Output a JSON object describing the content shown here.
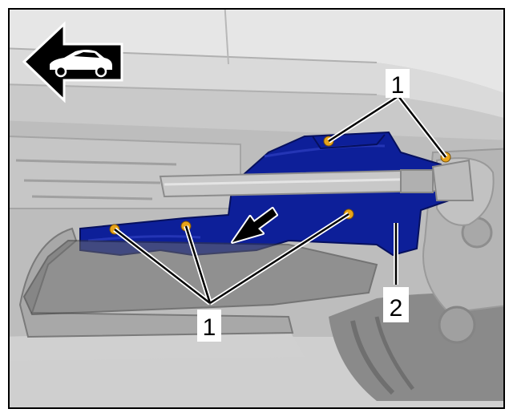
{
  "figure": {
    "callouts": [
      {
        "id": "upper",
        "label": "1"
      },
      {
        "id": "lower",
        "label": "1"
      },
      {
        "id": "part2",
        "label": "2"
      }
    ],
    "direction_icon": "car-forward-arrow-icon",
    "colors": {
      "part_blue": "#0d1f99",
      "part_blue_dark": "#06105e",
      "bolt": "#e8a41a",
      "background_gray": "#d2d2d2",
      "tire": "#8a8a8a",
      "frame": "#000000"
    }
  }
}
